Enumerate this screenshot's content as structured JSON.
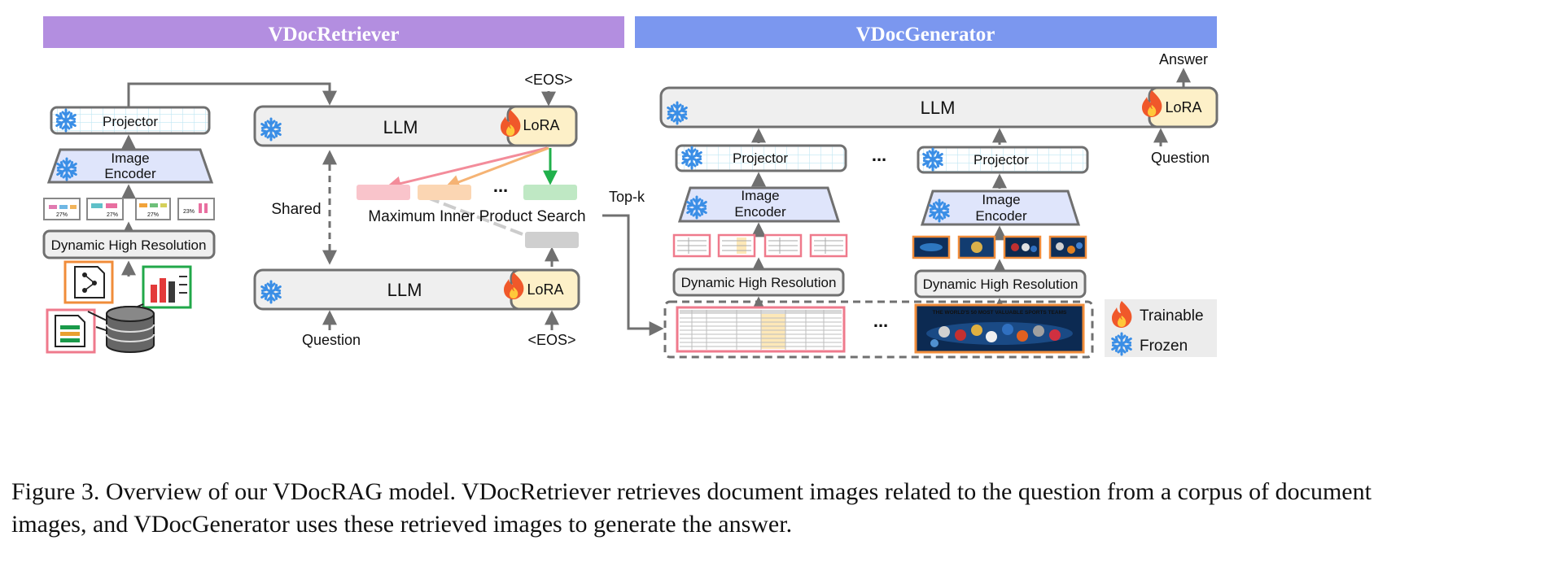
{
  "headers": {
    "retriever": "VDocRetriever",
    "generator": "VDocGenerator"
  },
  "retriever": {
    "projector": "Projector",
    "image_encoder_line1": "Image",
    "image_encoder_line2": "Encoder",
    "dynamic_hr": "Dynamic High Resolution",
    "llm_top": "LLM",
    "llm_bottom": "LLM",
    "lora_top": "LoRA",
    "lora_bottom": "LoRA",
    "eos_top": "<EOS>",
    "eos_bottom": "<EOS>",
    "shared": "Shared",
    "question": "Question",
    "mips": "Maximum Inner Product Search",
    "ellipsis": "...",
    "thumb_labels": [
      "27%",
      "27%",
      "27%",
      "23%"
    ]
  },
  "topk": "Top-k",
  "generator": {
    "llm": "LLM",
    "lora": "LoRA",
    "answer": "Answer",
    "question": "Question",
    "projector_left": "Projector",
    "projector_right": "Projector",
    "encoder_left_line1": "Image",
    "encoder_left_line2": "Encoder",
    "encoder_right_line1": "Image",
    "encoder_right_line2": "Encoder",
    "dynamic_hr_left": "Dynamic High Resolution",
    "dynamic_hr_right": "Dynamic High Resolution",
    "ellipsis_top": "...",
    "ellipsis_bottom": "...",
    "poster_title": "THE WORLD'S 50 MOST VALUABLE SPORTS TEAMS"
  },
  "legend": {
    "trainable": "Trainable",
    "frozen": "Frozen"
  },
  "icons": {
    "trainable": "fire-icon",
    "frozen": "snowflake-icon"
  },
  "colors": {
    "retriever_header": "#b38ee0",
    "generator_header": "#7b97ef",
    "lora_fill": "#fdf0c8",
    "box_fill": "#efefef",
    "box_stroke": "#707070",
    "encoder_fill": "#dfe5fb",
    "projector_grid": "#bfe6f2",
    "snowflake": "#3a8ee6",
    "arrow_pink": "#f38c9a",
    "arrow_orange": "#f5b374",
    "arrow_green": "#20b04b",
    "legend_bg": "#ececec"
  },
  "caption": {
    "line1": "Figure 3. Overview of our VDocRAG model. VDocRetriever retrieves document images related to the question from a corpus of document",
    "line2": "images, and VDocGenerator uses these retrieved images to generate the answer."
  }
}
